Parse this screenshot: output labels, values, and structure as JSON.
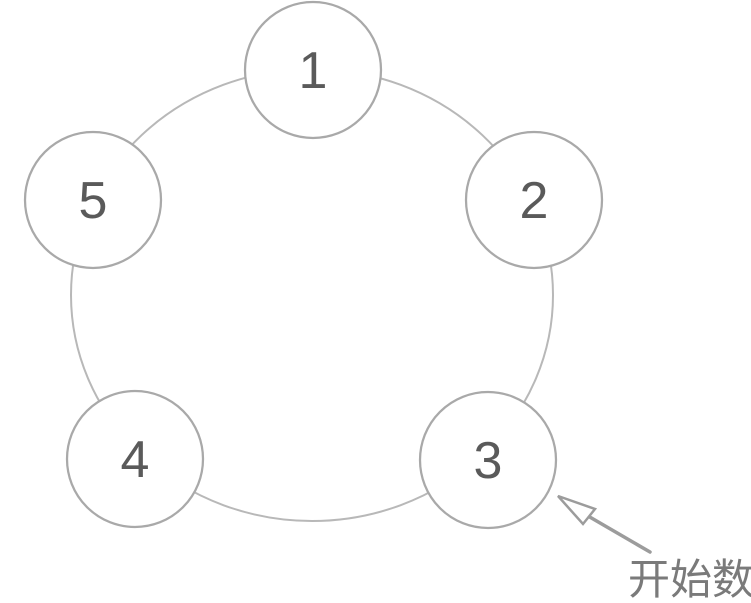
{
  "diagram": {
    "type": "circular-counting-diagram",
    "nodes": [
      {
        "id": "node-1",
        "label": "1"
      },
      {
        "id": "node-2",
        "label": "2"
      },
      {
        "id": "node-3",
        "label": "3"
      },
      {
        "id": "node-4",
        "label": "4"
      },
      {
        "id": "node-5",
        "label": "5"
      }
    ],
    "annotation": {
      "text": "开始数",
      "points_to_node": "3"
    },
    "colors": {
      "background": "#ffffff",
      "ring_stroke": "#b8b8b8",
      "node_fill": "#ffffff",
      "node_stroke": "#a9a9a9",
      "node_label": "#5a5a5a",
      "arrow": "#9c9c9c",
      "annotation_text": "#7a7a7a"
    }
  }
}
